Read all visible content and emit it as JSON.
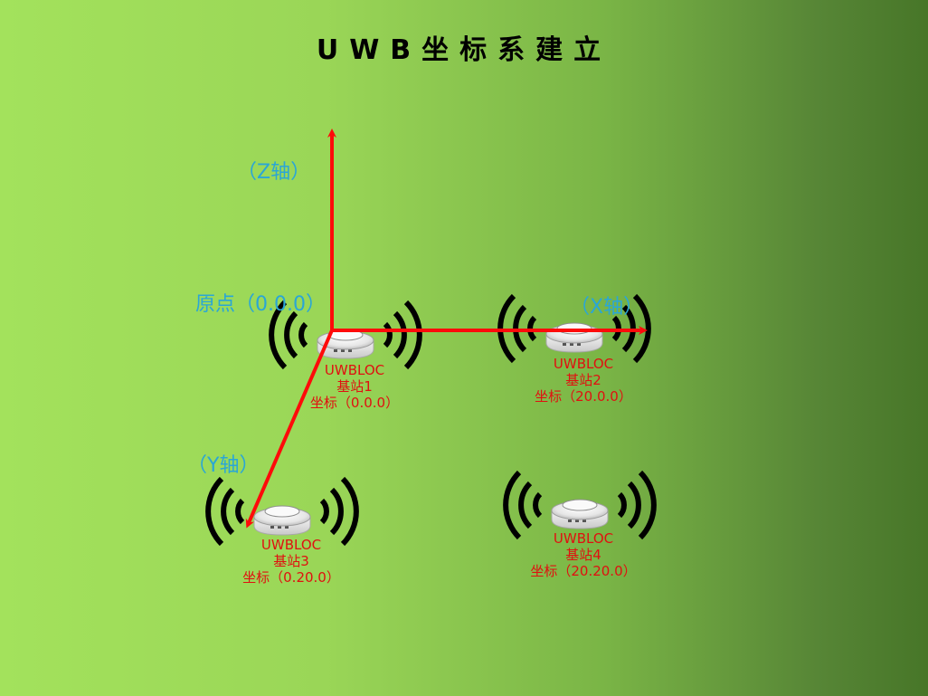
{
  "title": "UWB坐标系建立",
  "axes": {
    "z_label": "（Z轴）",
    "x_label": "（X轴）",
    "y_label": "（Y轴）",
    "origin_label": "原点（0.0.0）"
  },
  "stations": [
    {
      "model": "UWBLOC",
      "name": "基站1",
      "coord": "坐标（0.0.0）"
    },
    {
      "model": "UWBLOC",
      "name": "基站2",
      "coord": "坐标（20.0.0）"
    },
    {
      "model": "UWBLOC",
      "name": "基站3",
      "coord": "坐标（0.20.0）"
    },
    {
      "model": "UWBLOC",
      "name": "基站4",
      "coord": "坐标（20.20.0）"
    }
  ],
  "colors": {
    "axis": "#ff0a0a",
    "axis_label": "#2aa6d6",
    "station_label": "#e01010",
    "signal_waves": "#000000"
  }
}
